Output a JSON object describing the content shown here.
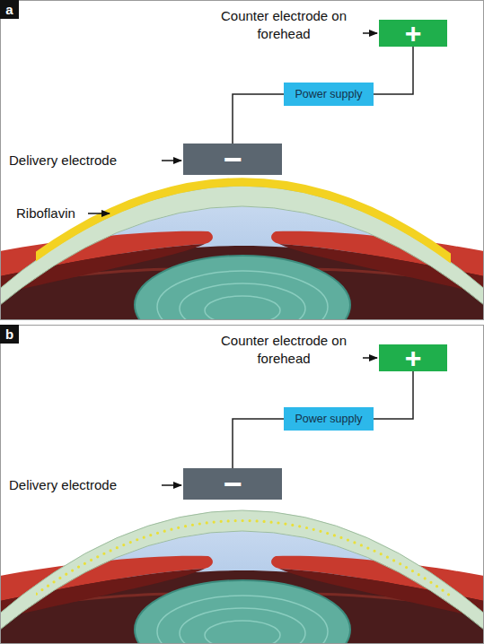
{
  "diagram": {
    "nodes": [
      {
        "text": [
          "a"
        ]
      },
      {
        "text": [
          "+"
        ]
      },
      {
        "text": [
          "Power supply"
        ]
      },
      {
        "text": [
          "−"
        ]
      },
      {
        "text": [
          "b"
        ]
      },
      {
        "text": [
          "+"
        ]
      },
      {
        "text": [
          "Power supply"
        ]
      },
      {
        "text": [
          "−"
        ]
      }
    ],
    "edges": [
      {
        "from": 3,
        "to": 2,
        "arrow": "none"
      },
      {
        "from": 2,
        "to": 1,
        "arrow": "none"
      },
      {
        "from": 7,
        "to": 6,
        "arrow": "none"
      },
      {
        "from": 6,
        "to": 5,
        "arrow": "none"
      }
    ],
    "labels": [
      "Counter electrode on forehead",
      "Delivery electrode",
      "Riboflavin",
      "Counter electrode on forehead",
      "Delivery electrode"
    ]
  }
}
